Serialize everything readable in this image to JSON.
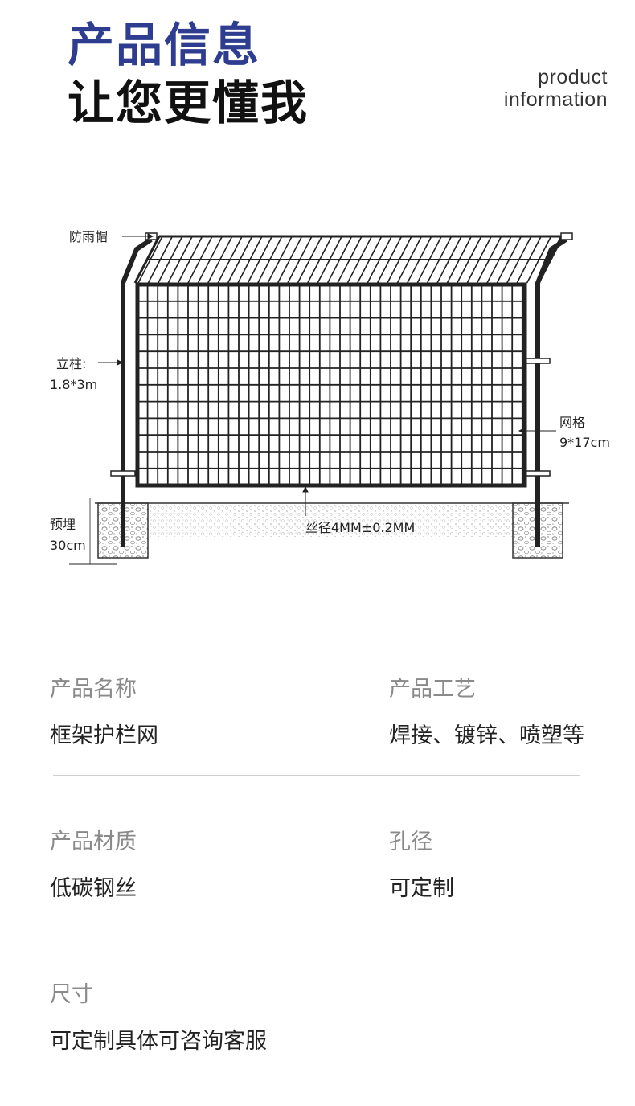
{
  "header": {
    "title_line1": "产品信息",
    "title_line2": "让您更懂我",
    "title_en_line1": "product",
    "title_en_line2": "information",
    "accent_color": "#2e3d8f"
  },
  "diagram": {
    "callouts": {
      "rain_cap": "防雨帽",
      "post_label": "立柱:",
      "post_size": "1.8*3m",
      "mesh_label": "网格",
      "mesh_size": "9*17cm",
      "embed_label": "预埋",
      "embed_depth": "30cm",
      "wire_diameter": "丝径4MM±0.2MM"
    }
  },
  "specs": [
    {
      "left": {
        "label": "产品名称",
        "value": "框架护栏网"
      },
      "right": {
        "label": "产品工艺",
        "value": "焊接、镀锌、喷塑等"
      }
    },
    {
      "left": {
        "label": "产品材质",
        "value": "低碳钢丝"
      },
      "right": {
        "label": "孔径",
        "value": "可定制"
      }
    },
    {
      "left": {
        "label": "尺寸",
        "value": "可定制具体可咨询客服"
      }
    }
  ]
}
